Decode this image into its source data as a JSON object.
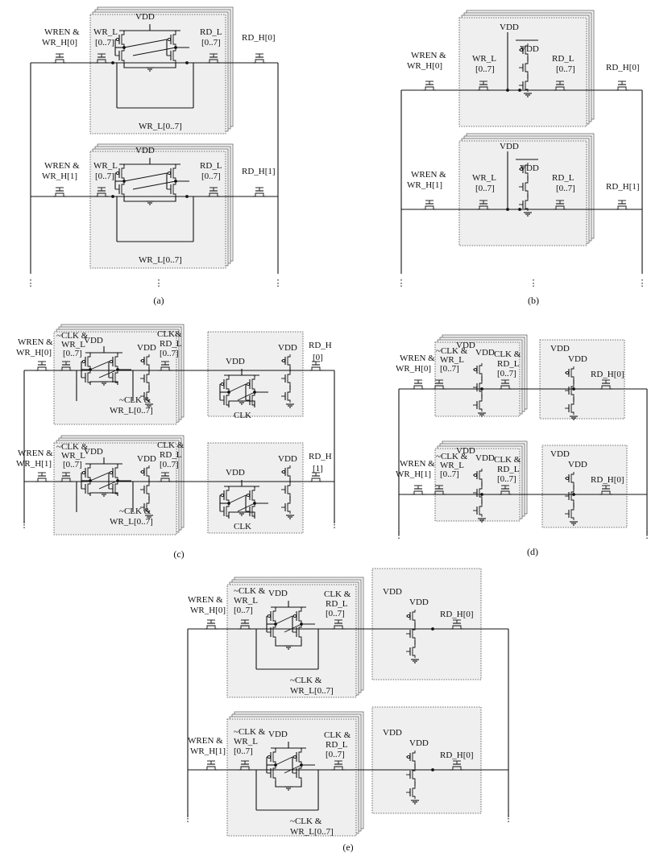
{
  "captions": {
    "a": "(a)",
    "b": "(b)",
    "c": "(c)",
    "d": "(d)",
    "e": "(e)"
  },
  "labels": {
    "vdd": "VDD",
    "wren_and": "WREN &",
    "wr_h0": "WR_H[0]",
    "wr_h1": "WR_H[1]",
    "wr_l": "WR_L",
    "rd_l": "RD_L",
    "range": "[0..7]",
    "rd_h0": "RD_H[0]",
    "rd_h1": "RD_H[1]",
    "wr_l_range": "WR_L[0..7]",
    "not_clk_and": "~CLK &",
    "clk_and": "CLK &",
    "clk_and_tight": "CLK&",
    "clk": "CLK",
    "rd_h": "RD_H",
    "idx0": "[0]",
    "idx1": "[1]",
    "ellipsis": "⋮"
  }
}
